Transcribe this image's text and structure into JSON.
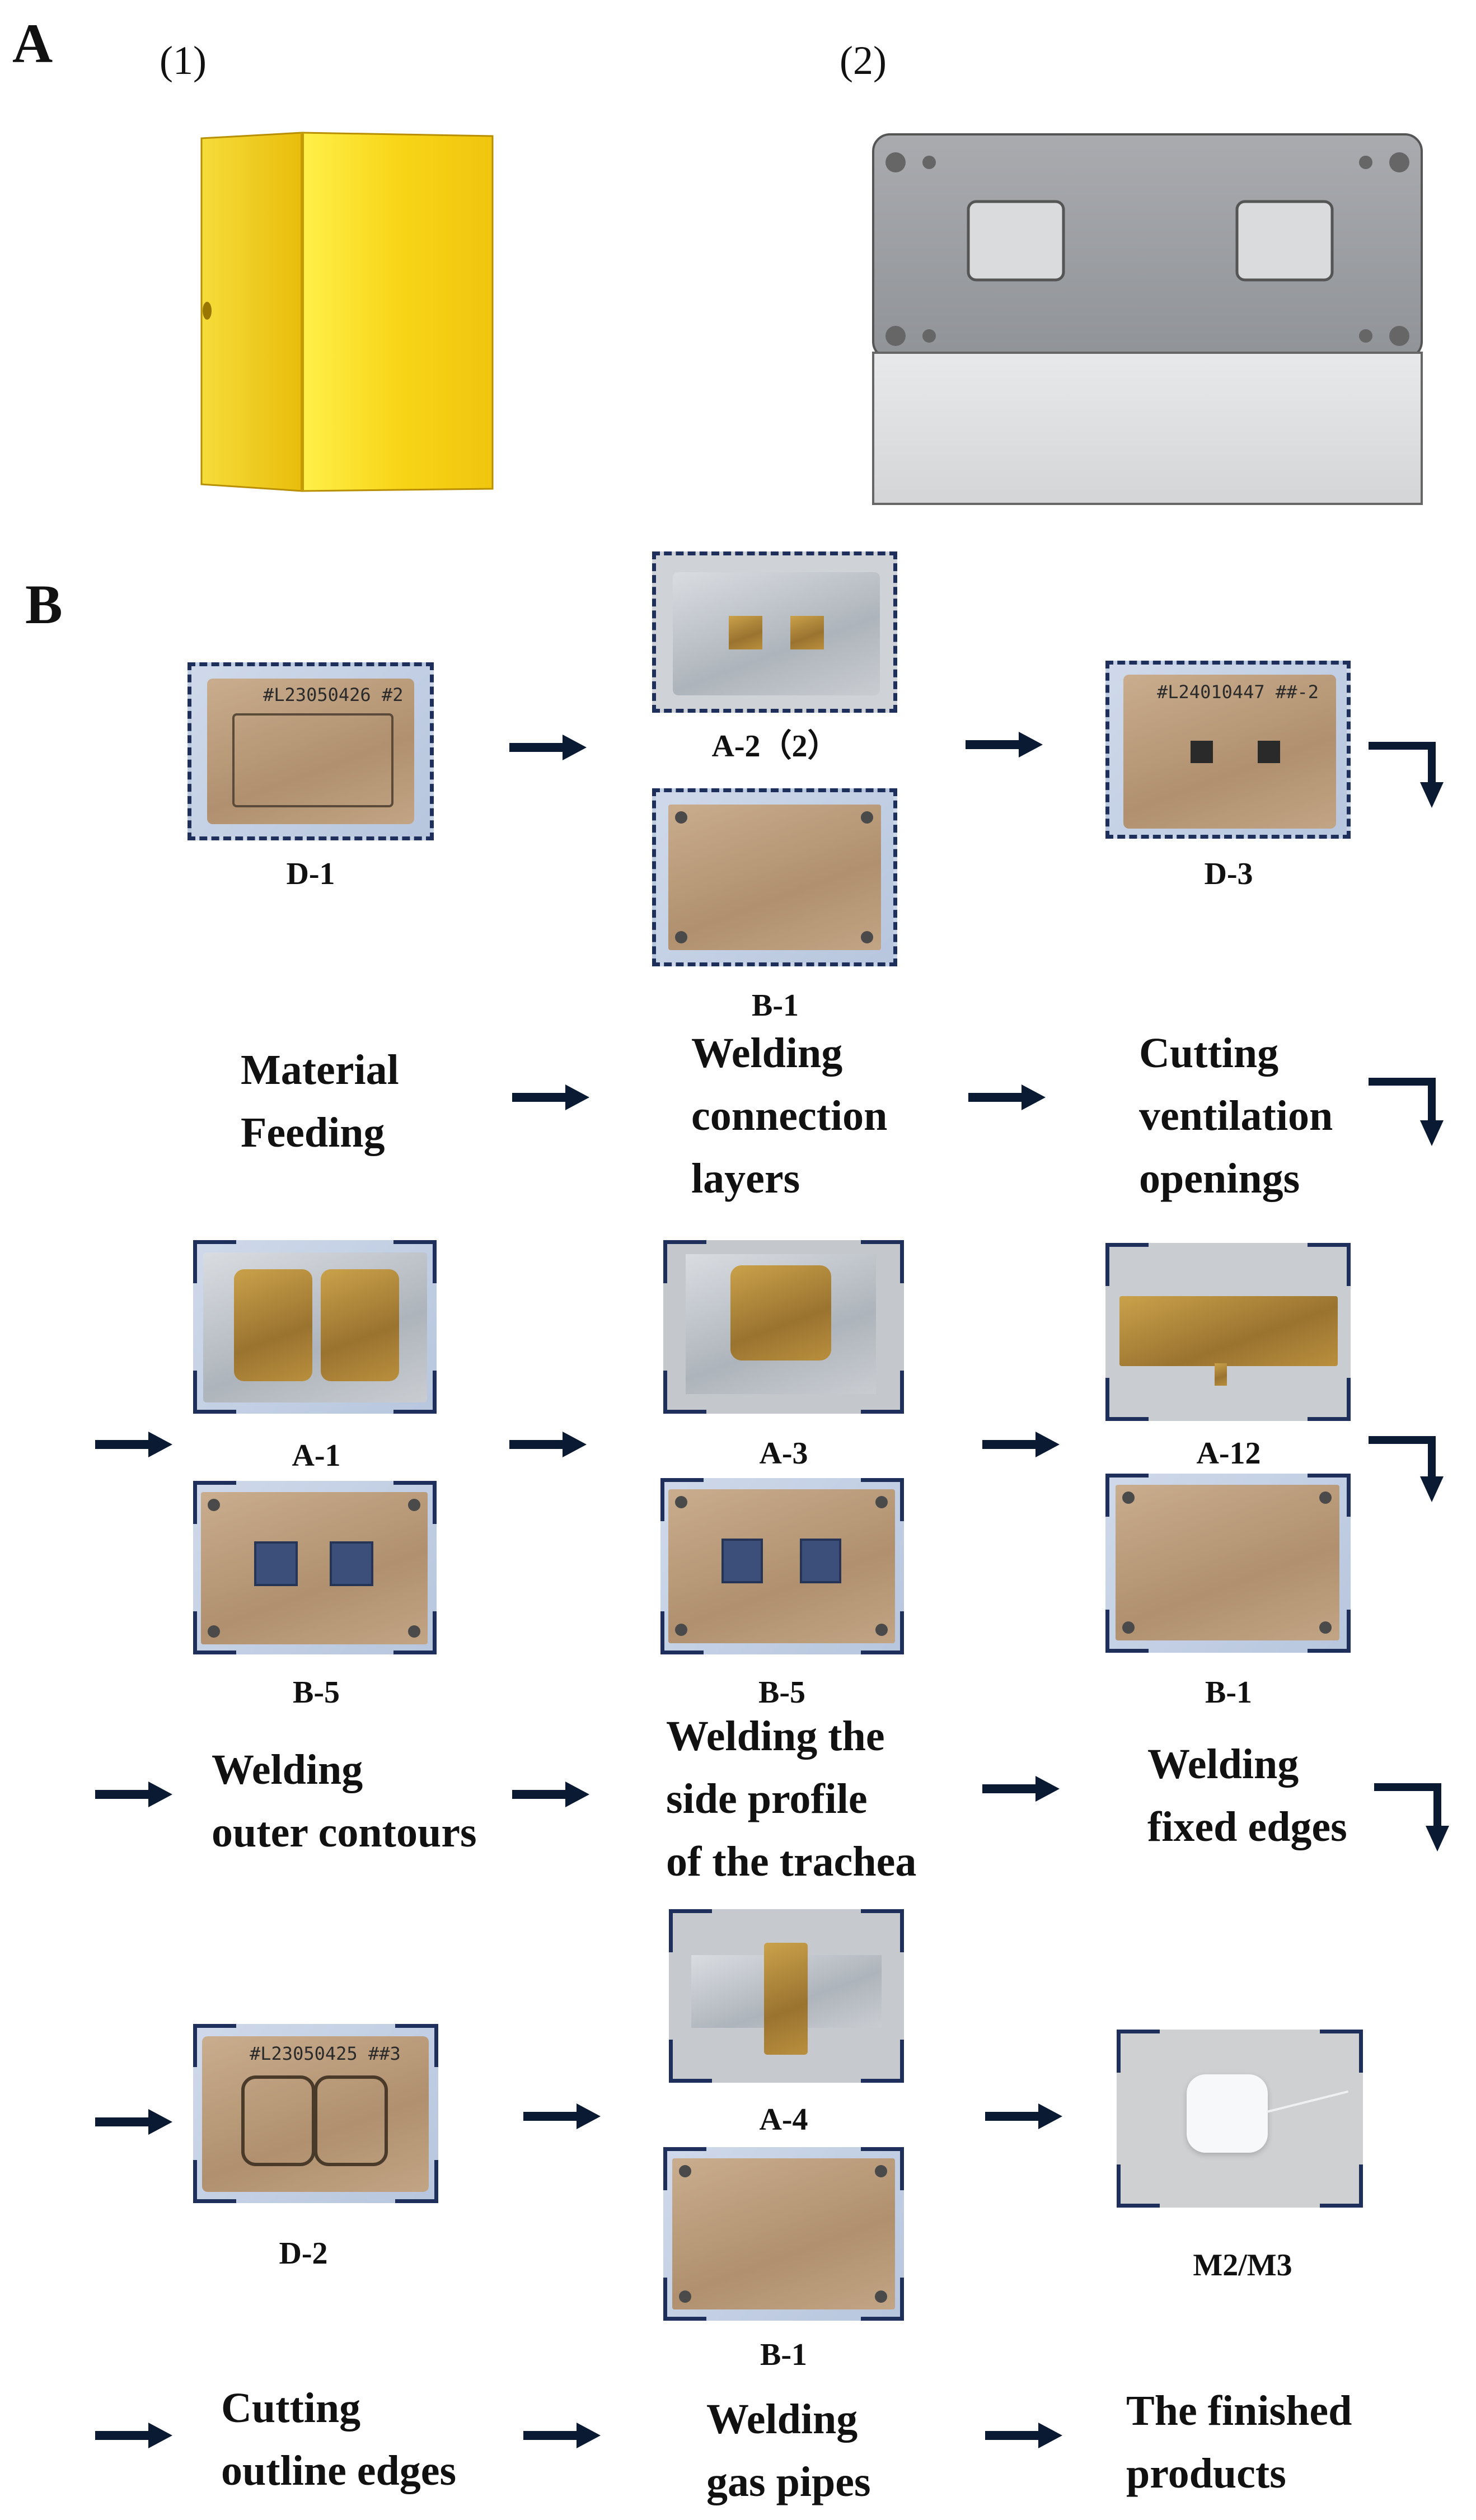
{
  "panel_a": {
    "letter": "A",
    "sub1": "(1)",
    "sub2": "(2)"
  },
  "panel_b": {
    "letter": "B"
  },
  "row1": {
    "d1_label": "D-1",
    "a2_label": "A-2（2）",
    "b1_label": "B-1",
    "d3_label": "D-3",
    "d1_stamp": "#L23050426 #2",
    "d3_stamp": "#L24010447 ##-2"
  },
  "steps1": {
    "s1": [
      "Material",
      "Feeding"
    ],
    "s2": [
      "Welding",
      "connection",
      "layers"
    ],
    "s3": [
      "Cutting",
      "ventilation",
      "openings"
    ]
  },
  "row2": {
    "a1_label": "A-1",
    "a3_label": "A-3",
    "a12_label": "A-12",
    "b5a_label": "B-5",
    "b5b_label": "B-5",
    "b1_label": "B-1"
  },
  "steps2": {
    "s1": [
      "Welding",
      "outer contours"
    ],
    "s2": [
      "Welding the",
      "side profile",
      "of the trachea"
    ],
    "s3": [
      "Welding",
      "fixed edges"
    ]
  },
  "row3": {
    "d2_label": "D-2",
    "a4_label": "A-4",
    "b1_label": "B-1",
    "m_label": "M2/M3",
    "d2_stamp": "#L23050425 ##3"
  },
  "steps3": {
    "s1": [
      "Cutting",
      "outline edges"
    ],
    "s2": [
      "Welding",
      "gas pipes"
    ],
    "s3": [
      "The finished",
      "products"
    ]
  },
  "icons": {
    "arrow": "right-arrow-icon",
    "turn": "turn-down-arrow-icon"
  }
}
